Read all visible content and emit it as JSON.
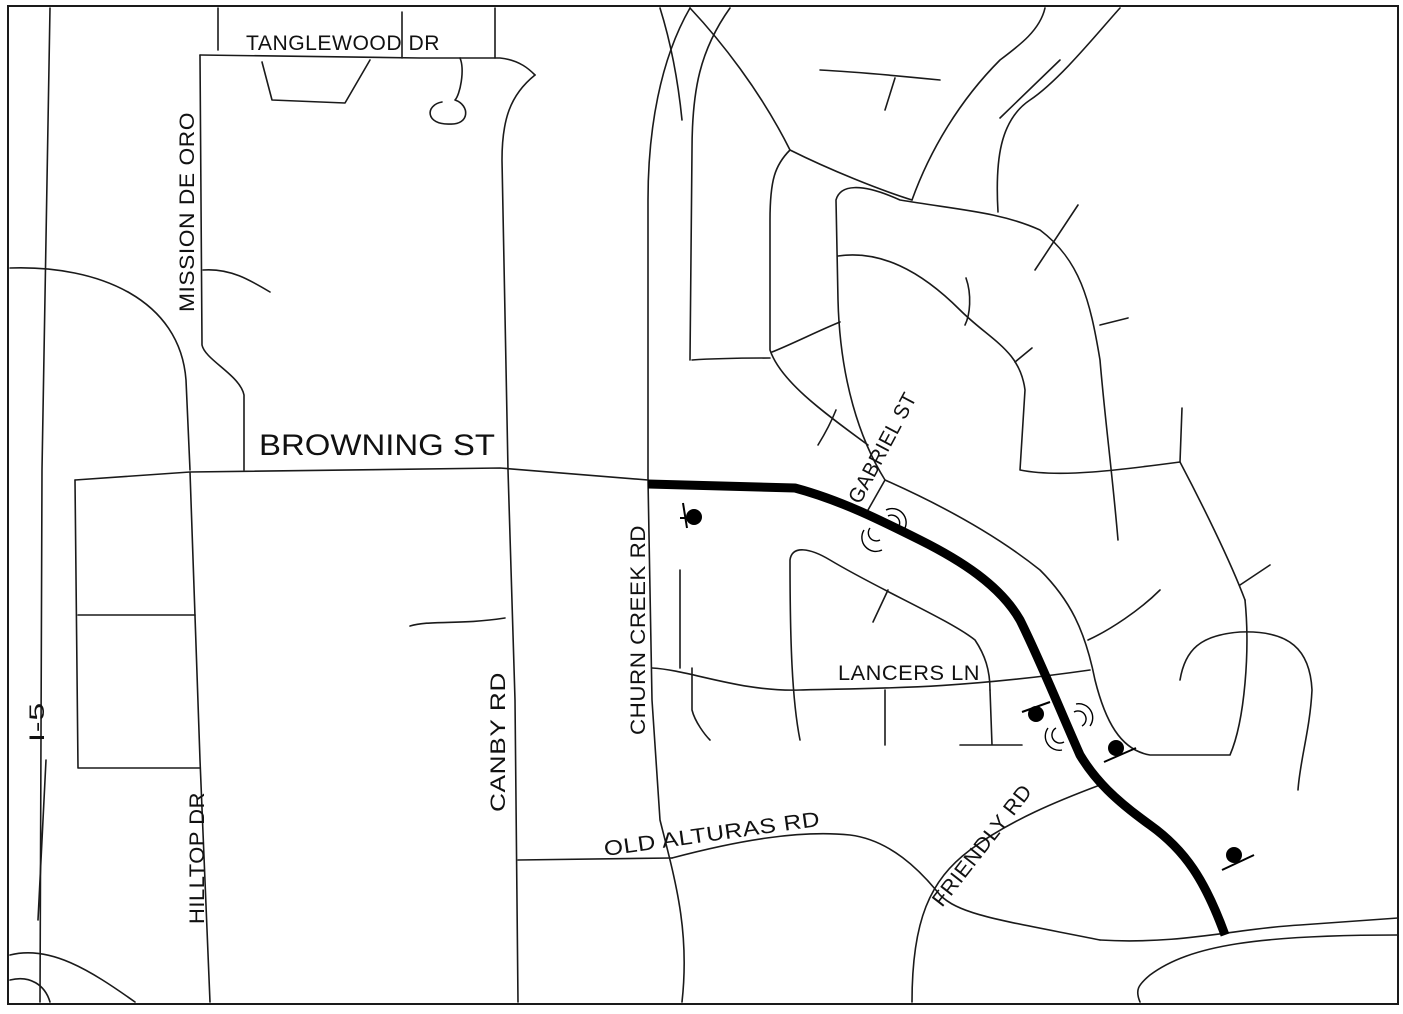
{
  "map": {
    "streets": {
      "tanglewood_dr": "TANGLEWOOD DR",
      "mission_de_oro": "MISSION DE ORO",
      "browning_st": "BROWNING ST",
      "gabriel_st": "GABRIEL ST",
      "churn_creek_rd": "CHURN CREEK RD",
      "lancers_ln": "LANCERS LN",
      "canby_rd": "CANBY RD",
      "old_alturas_rd": "OLD ALTURAS RD",
      "friendly_rd": "FRIENDLY RD",
      "hilltop_dr": "HILLTOP DR",
      "i5": "I-5"
    },
    "colors": {
      "roads": "#1a1a1a",
      "route": "#000000",
      "background": "#ffffff"
    },
    "symbols": {
      "signal": "signal-marker-icon",
      "sensor": "sensor-wave-icon"
    }
  }
}
